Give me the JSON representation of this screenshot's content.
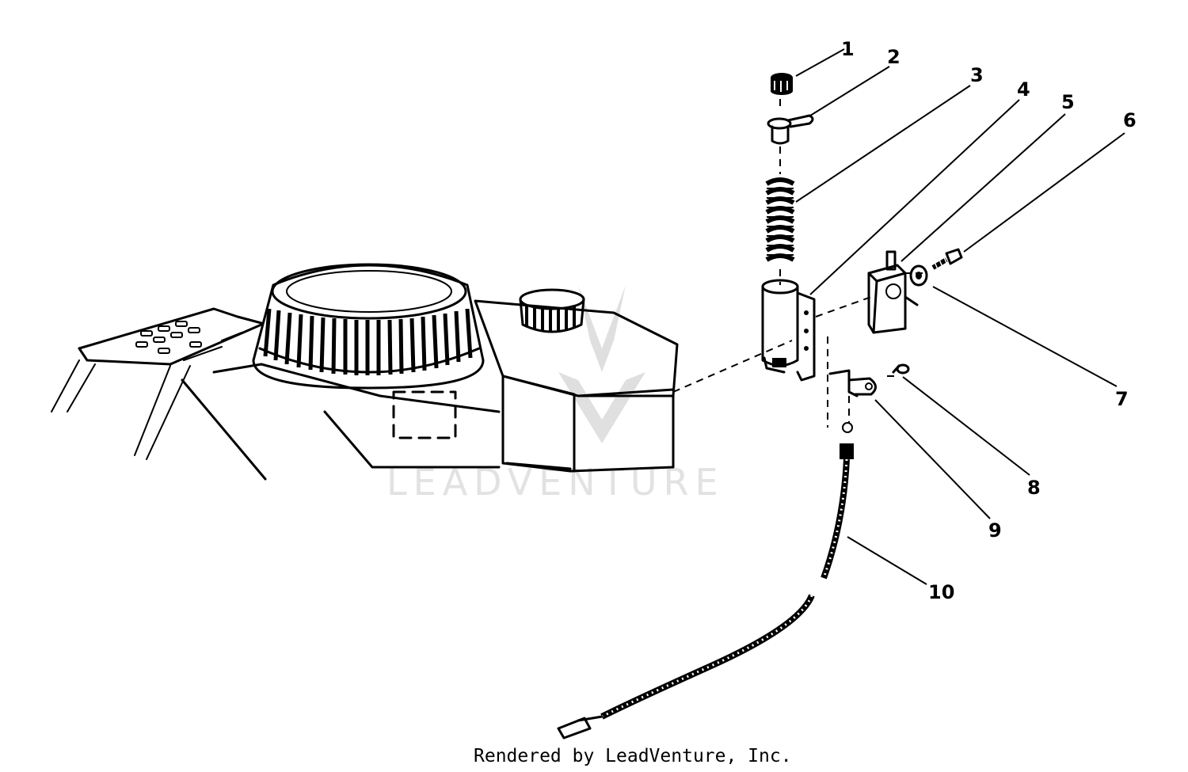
{
  "callouts": [
    {
      "label": "1"
    },
    {
      "label": "2"
    },
    {
      "label": "3"
    },
    {
      "label": "4"
    },
    {
      "label": "5"
    },
    {
      "label": "6"
    },
    {
      "label": "7"
    },
    {
      "label": "8"
    },
    {
      "label": "9"
    },
    {
      "label": "10"
    }
  ],
  "watermark": "LEADVENTURE",
  "credit": "Rendered by LeadVenture, Inc."
}
